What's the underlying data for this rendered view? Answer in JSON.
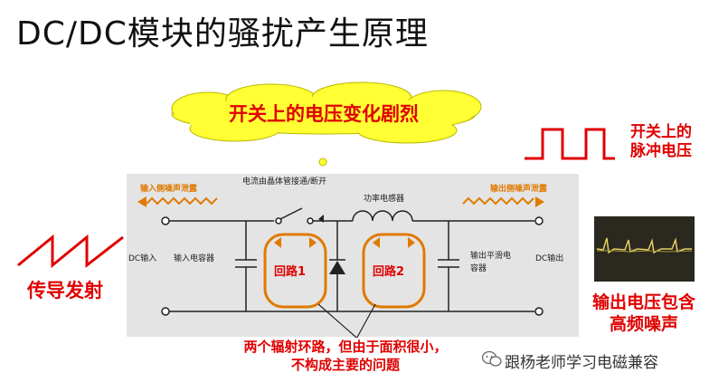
{
  "title": "DC/DC模块的骚扰产生原理",
  "cloud_text": "开关上的电压变化剧烈",
  "pulse_label_line1": "开关上的",
  "pulse_label_line2": "脉冲电压",
  "conduction_label": "传导发射",
  "output_label_line1": "输出电压包含",
  "output_label_line2": "高频噪声",
  "bottom_note_line1": "两个辐射环路，但由于面积很小，",
  "bottom_note_line2": "不构成主要的问题",
  "watermark": "跟杨老师学习电磁兼容",
  "circuit": {
    "input_leak": "输入侧噪声泄露",
    "output_leak": "输出侧噪声泄露",
    "switch_label": "电流由晶体管接通/断开",
    "inductor_label": "功率电感器",
    "dc_input": "DC输入",
    "input_cap": "输入电容器",
    "output_cap_line1": "输出平滑电",
    "output_cap_line2": "容器",
    "dc_output": "DC输出",
    "loop1": "回路1",
    "loop2": "回路2"
  },
  "colors": {
    "accent_red": "#e00000",
    "loop_orange": "#e07a00",
    "cloud_yellow": "#ffff33",
    "panel_gray": "#e4e4e4"
  }
}
